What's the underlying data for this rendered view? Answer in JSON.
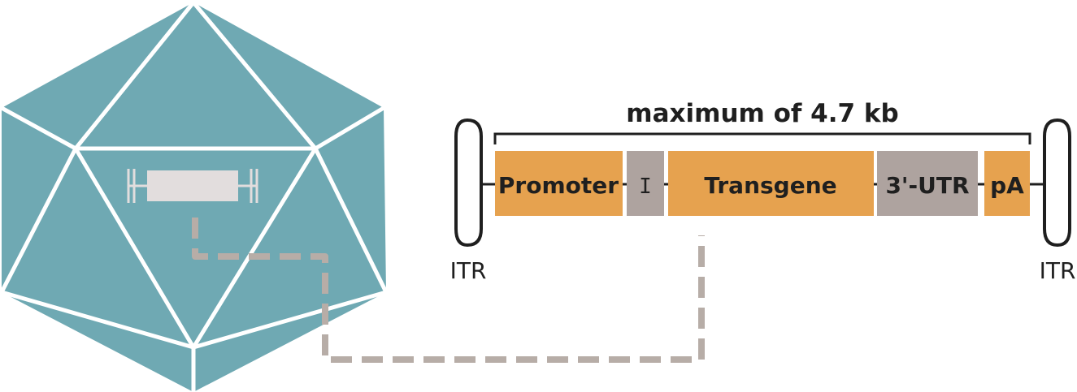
{
  "diagram": {
    "capacity_label": "maximum of 4.7 kb",
    "left_itr_label": "ITR",
    "right_itr_label": "ITR",
    "elements": [
      {
        "label": "Promoter"
      },
      {
        "label": "I"
      },
      {
        "label": "Transgene"
      },
      {
        "label": "3'-UTR"
      },
      {
        "label": "pA"
      }
    ]
  },
  "colors": {
    "capsid": "#6fa9b3",
    "capsid_edges": "#ffffff",
    "cargo": "#e2dddd",
    "orange_element": "#e6a24f",
    "gray_element": "#aea39f",
    "connector": "#b7ada7",
    "line": "#1f1f1f"
  }
}
